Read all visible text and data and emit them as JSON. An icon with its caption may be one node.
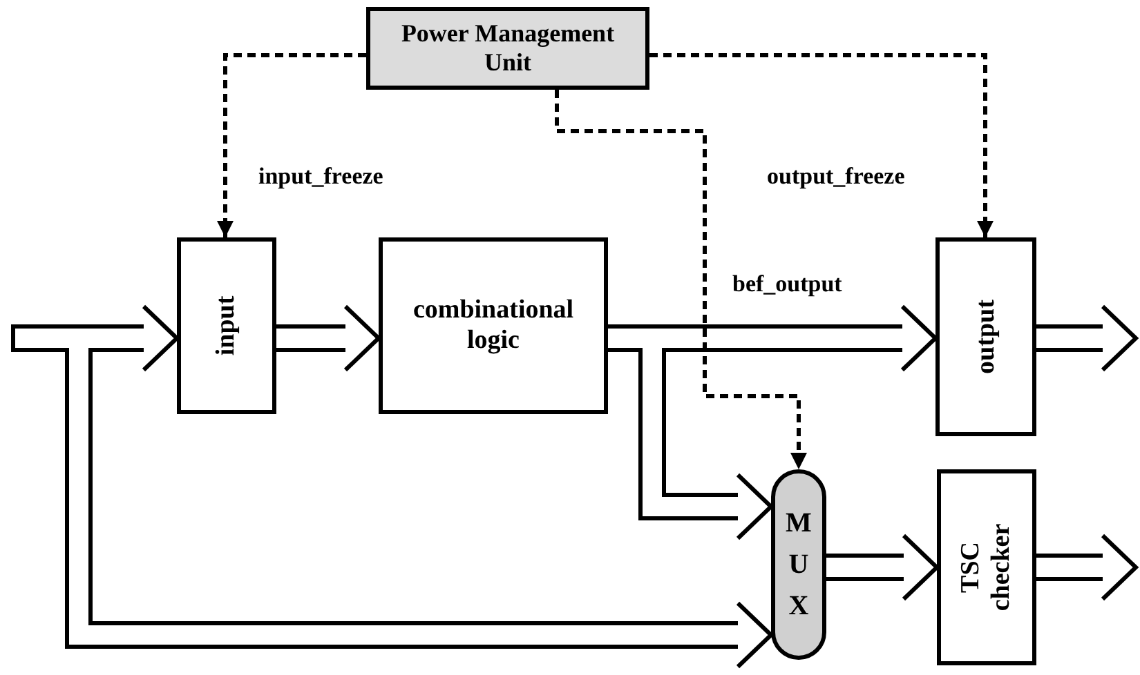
{
  "diagram": {
    "nodes": [
      {
        "text": [
          "Power Management Unit"
        ]
      },
      {
        "text": [
          "input"
        ]
      },
      {
        "text": [
          "combinational logic"
        ]
      },
      {
        "text": [
          "output"
        ]
      },
      {
        "text": [
          "MUX"
        ]
      },
      {
        "text": [
          "TSC checker"
        ]
      }
    ],
    "edges": [
      {
        "from": 0,
        "to": 1,
        "arrow": "to",
        "style": "dashed",
        "label": "input_freeze"
      },
      {
        "from": 0,
        "to": 3,
        "arrow": "to",
        "style": "dashed",
        "label": "output_freeze"
      },
      {
        "from": 0,
        "to": 4,
        "arrow": "to",
        "style": "dashed"
      },
      {
        "from": null,
        "to": 1,
        "arrow": "to"
      },
      {
        "from": 1,
        "to": 2,
        "arrow": "to"
      },
      {
        "from": 2,
        "to": 3,
        "arrow": "to",
        "label": "bef_output"
      },
      {
        "from": 3,
        "to": null,
        "arrow": "to"
      },
      {
        "from": 2,
        "to": 4,
        "arrow": "to"
      },
      {
        "from": null,
        "to": 4,
        "arrow": "to"
      },
      {
        "from": 4,
        "to": 5,
        "arrow": "to"
      },
      {
        "from": 5,
        "to": null,
        "arrow": "to"
      }
    ]
  }
}
